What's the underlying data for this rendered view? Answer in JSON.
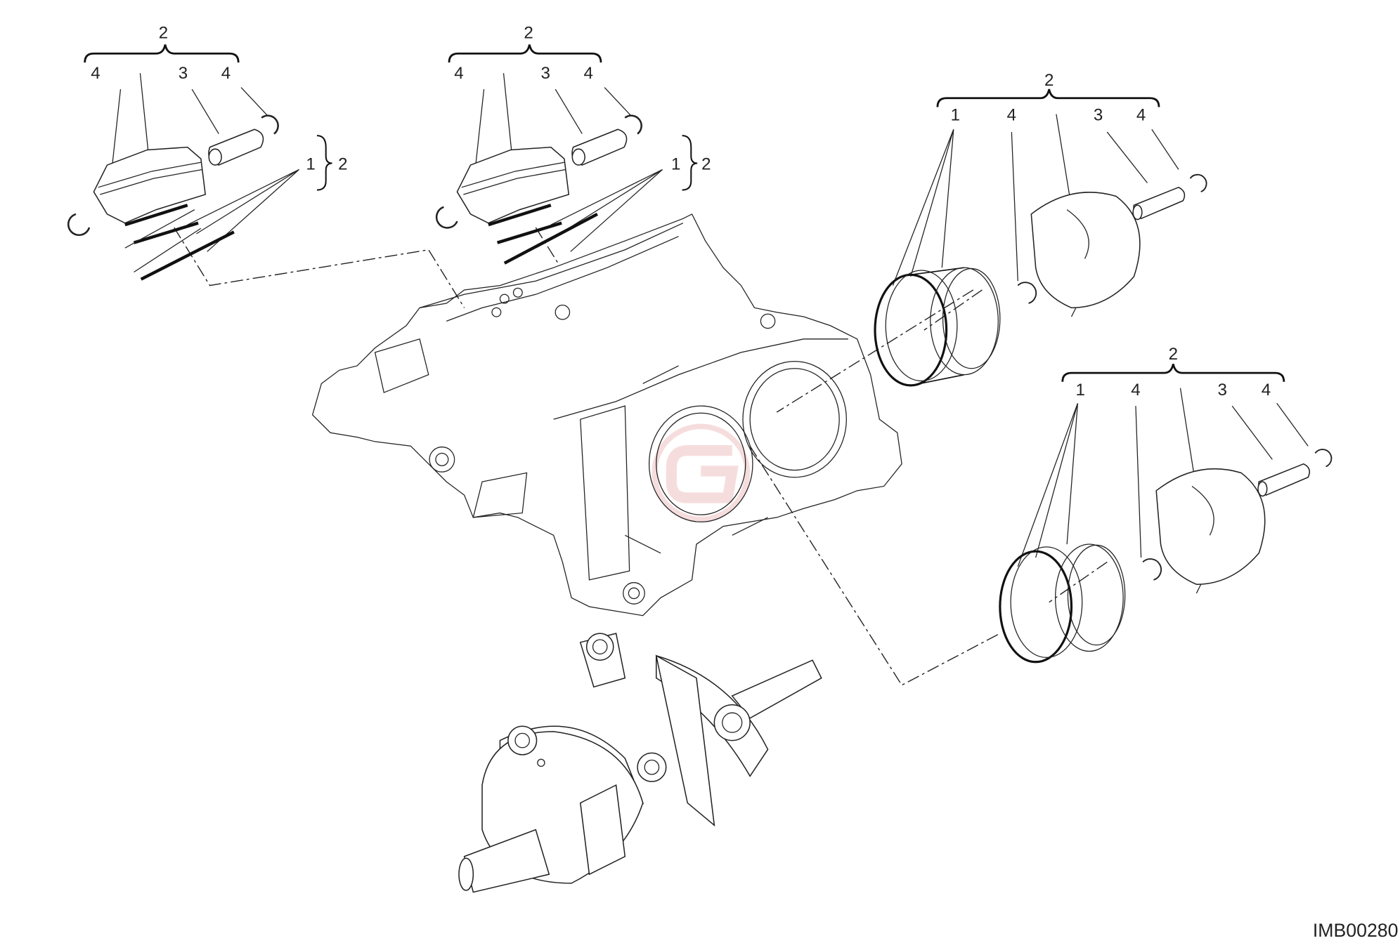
{
  "diagram": {
    "reference_code": "IMB00280",
    "watermark_color": "#e8a0a0",
    "groups": [
      {
        "assembly": "2",
        "callouts": [
          "4",
          "3",
          "4"
        ],
        "rings_label": "1",
        "rings_assembly": "2"
      },
      {
        "assembly": "2",
        "callouts": [
          "4",
          "3",
          "4"
        ],
        "rings_label": "1",
        "rings_assembly": "2"
      },
      {
        "assembly": "2",
        "callouts": [
          "1",
          "4",
          "3",
          "4"
        ]
      },
      {
        "assembly": "2",
        "callouts": [
          "1",
          "4",
          "3",
          "4"
        ]
      }
    ]
  }
}
